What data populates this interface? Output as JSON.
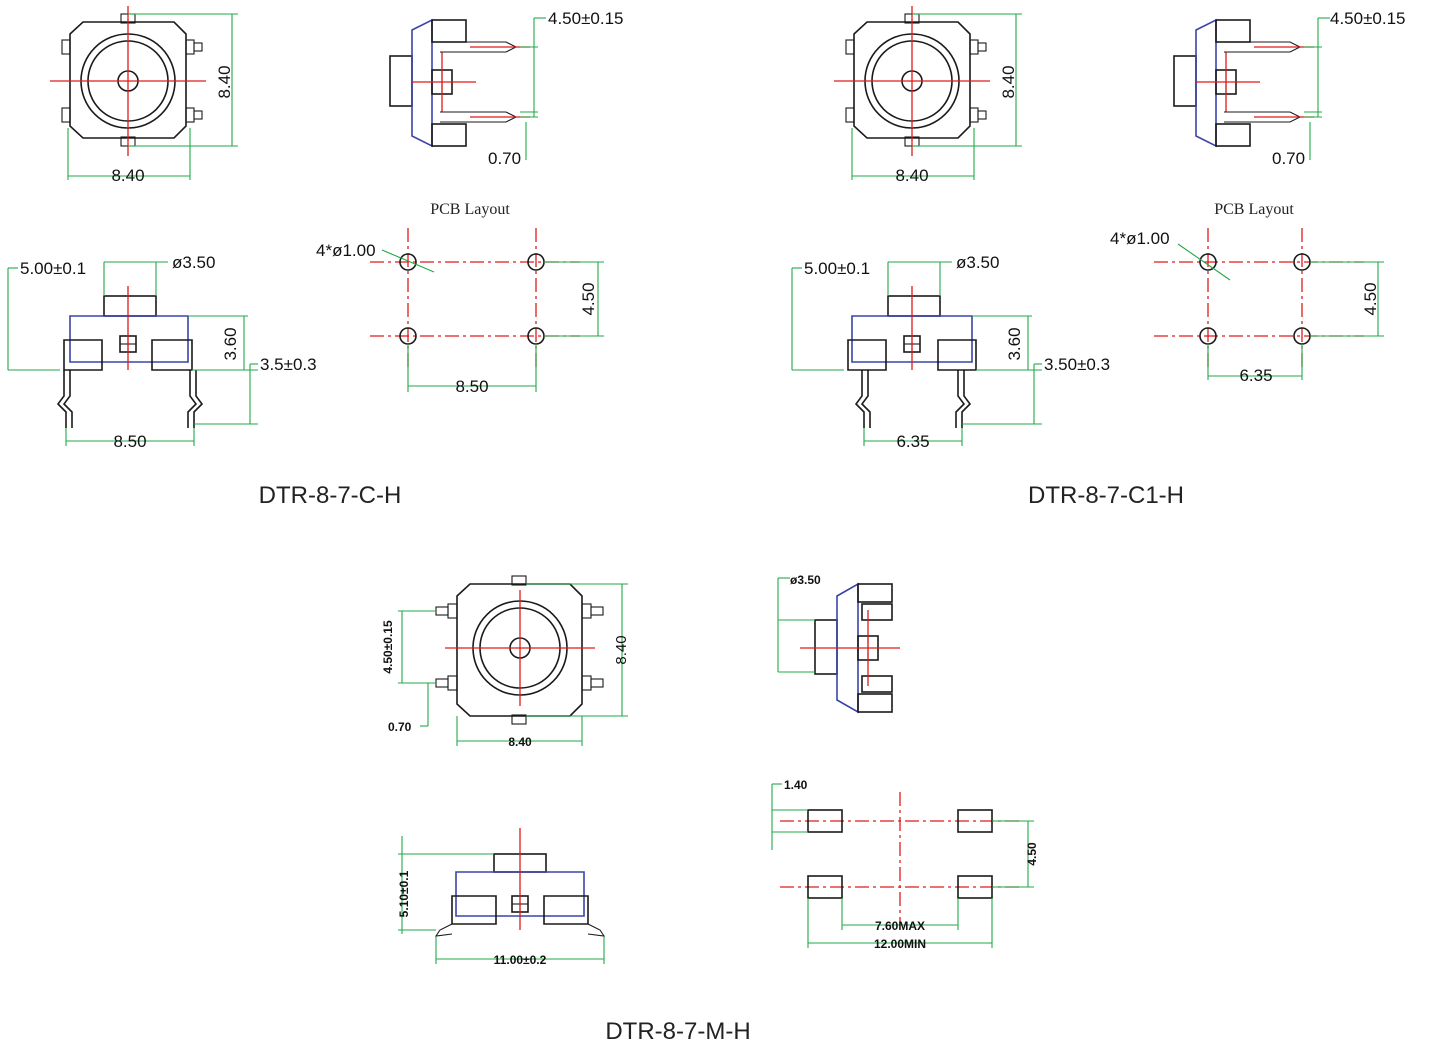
{
  "colors": {
    "outline": "#1a1a1a",
    "housing": "#3a44a8",
    "centerline": "#e01a1a",
    "dimension": "#22a84a"
  },
  "variants": [
    {
      "title": "DTR-8-7-C-H",
      "top_width": "8.40",
      "top_height": "8.40",
      "side_pitch": "4.50±0.15",
      "pin_width": "0.70",
      "front_height": "5.00±0.1",
      "actuator_dia": "ø3.50",
      "body_height": "3.60",
      "pin_length": "3.5±0.3",
      "pin_span": "8.50",
      "pcb_title": "PCB Layout",
      "pcb_holes": "4*ø1.00",
      "pcb_pitch_v": "4.50",
      "pcb_pitch_h": "8.50"
    },
    {
      "title": "DTR-8-7-C1-H",
      "top_width": "8.40",
      "top_height": "8.40",
      "side_pitch": "4.50±0.15",
      "pin_width": "0.70",
      "front_height": "5.00±0.1",
      "actuator_dia": "ø3.50",
      "body_height": "3.60",
      "pin_length": "3.50±0.3",
      "pin_span": "6.35",
      "pcb_title": "PCB Layout",
      "pcb_holes": "4*ø1.00",
      "pcb_pitch_v": "4.50",
      "pcb_pitch_h": "6.35"
    }
  ],
  "smd": {
    "title": "DTR-8-7-M-H",
    "top_pitch": "4.50±0.15",
    "top_height": "8.40",
    "pin_width": "0.70",
    "top_width": "8.40",
    "actuator_dia": "ø3.50",
    "front_height": "5.10±0.1",
    "front_width": "11.00±0.2",
    "pad_width": "1.40",
    "pad_pitch_v": "4.50",
    "pad_inner": "7.60MAX",
    "pad_outer": "12.00MIN"
  }
}
